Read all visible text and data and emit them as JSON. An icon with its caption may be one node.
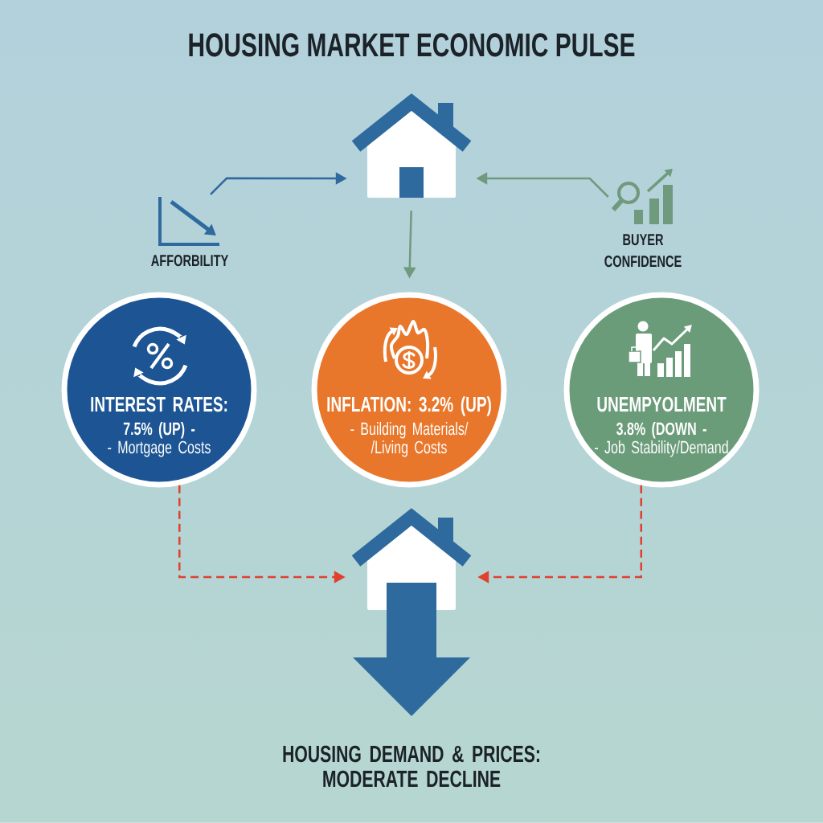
{
  "diagram": {
    "title": "HOUSING MARKET ECONOMIC PULSE",
    "nodes": [
      {
        "text": [],
        "shape": "picture"
      },
      {
        "text": [],
        "shape": "picture",
        "beside": [
          "AFFORBILITY"
        ]
      },
      {
        "text": [],
        "shape": "picture",
        "beside": [
          "BUYER CONFIDENCE"
        ]
      },
      {
        "text": [
          "INTEREST RATES:",
          "7.5% (UP) -",
          "- Mortgage Costs"
        ]
      },
      {
        "text": [
          "INFLATION: 3.2% (UP)",
          "- Building Materials/ /Living Costs"
        ]
      },
      {
        "text": [
          "UNEMPYOLMENT",
          "3.8% (DOWN -",
          "- Job Stability/Demand"
        ]
      },
      {
        "text": [],
        "shape": "picture",
        "beside": [
          "HOUSING DEMAND & PRICES: MODERATE DECLINE"
        ]
      }
    ],
    "edges": [
      {
        "from": 1,
        "to": 0,
        "arrow": "to",
        "color": "#2f6a9e"
      },
      {
        "from": 2,
        "to": 0,
        "arrow": "to",
        "color": "#6f9a7d"
      },
      {
        "from": 0,
        "to": 4,
        "arrow": "to",
        "color": "#6f9a7d"
      },
      {
        "from": 3,
        "to": 6,
        "arrow": "to",
        "style": "dashed",
        "color": "#e0402f"
      },
      {
        "from": 5,
        "to": 6,
        "arrow": "to",
        "style": "dashed",
        "color": "#e0402f"
      }
    ]
  }
}
